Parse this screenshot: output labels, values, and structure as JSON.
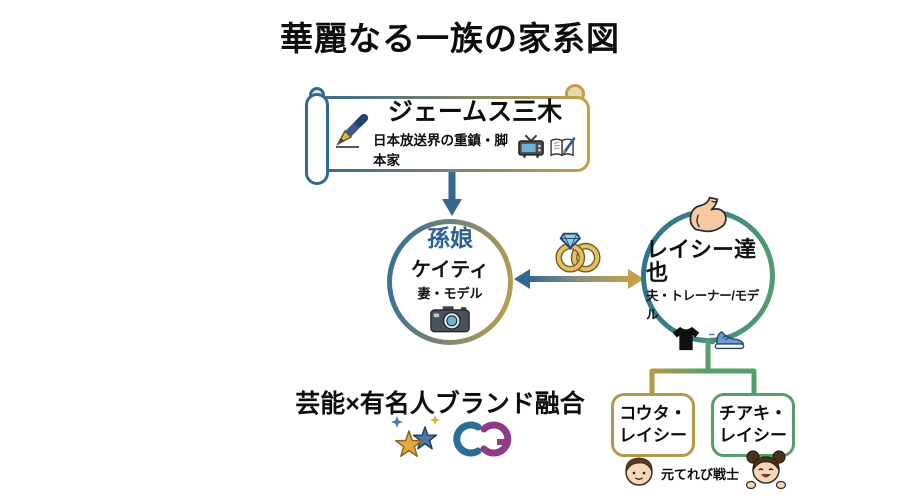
{
  "title": "華麗なる一族の家系図",
  "patriarch": {
    "name": "ジェームス三木",
    "subtitle": "日本放送界の重鎮・脚本家",
    "pen_icon": "fountain-pen-icon",
    "tv_icon": "tv-icon",
    "book_icon": "book-and-pen-icon"
  },
  "granddaughter": {
    "relation": "孫娘",
    "name": "ケイティ",
    "role": "妻・モデル",
    "camera_icon": "camera-icon"
  },
  "husband": {
    "name": "レイシー達也",
    "role": "夫・トレーナー/モデル",
    "muscle_icon": "flexed-biceps-icon",
    "tshirt_icon": "tshirt-icon",
    "sneaker_icon": "sneaker-icon"
  },
  "marriage": {
    "rings_icon": "wedding-rings-icon",
    "arrow_icon": "double-headed-arrow-icon"
  },
  "brand": {
    "caption": "芸能×有名人ブランド融合",
    "stars_icon": "glowing-stars-icon",
    "logo_icon": "gg-brand-logo-icon"
  },
  "children": [
    {
      "line1": "コウタ・",
      "line2": "レイシー",
      "accent": "#b29a4a"
    },
    {
      "line1": "チアキ・",
      "line2": "レイシー",
      "accent": "#55a06a"
    }
  ],
  "children_caption": {
    "label": "元てれび戦士",
    "boy_icon": "boy-face-icon",
    "girl_icon": "girl-face-icon"
  },
  "colors": {
    "blue": "#33688f",
    "gold": "#c2a04c",
    "green": "#55a06a",
    "relation_blue": "#2e5f96",
    "logo_teal": "#2d6f93",
    "logo_purple": "#8e3a86"
  }
}
